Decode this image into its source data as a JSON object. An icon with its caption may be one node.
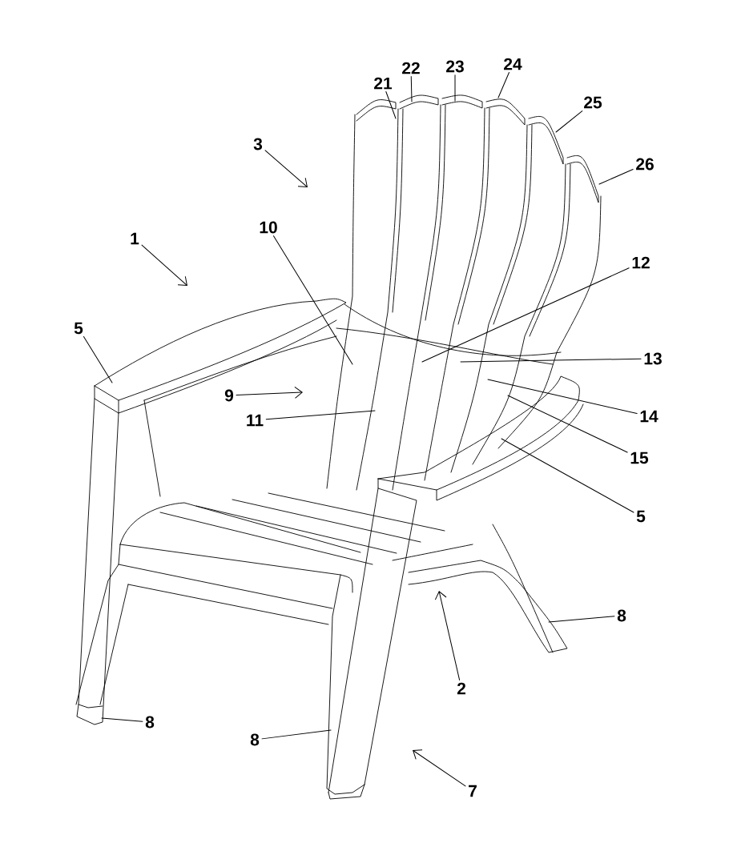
{
  "diagram": {
    "nodes": [
      {
        "text": [
          "21"
        ]
      },
      {
        "text": [
          "22"
        ]
      },
      {
        "text": [
          "23"
        ]
      },
      {
        "text": [
          "24"
        ]
      },
      {
        "text": [
          "25"
        ]
      },
      {
        "text": [
          "26"
        ]
      },
      {
        "text": [
          "3"
        ]
      },
      {
        "text": [
          "10"
        ]
      },
      {
        "text": [
          "1"
        ]
      },
      {
        "text": [
          "12"
        ]
      },
      {
        "text": [
          "5"
        ]
      },
      {
        "text": [
          "13"
        ]
      },
      {
        "text": [
          "9"
        ]
      },
      {
        "text": [
          "14"
        ]
      },
      {
        "text": [
          "11"
        ]
      },
      {
        "text": [
          "15"
        ]
      },
      {
        "text": [
          "5"
        ]
      },
      {
        "text": [
          "8"
        ]
      },
      {
        "text": [
          "2"
        ]
      },
      {
        "text": [
          "8"
        ]
      },
      {
        "text": [
          "8"
        ]
      },
      {
        "text": [
          "7"
        ]
      }
    ],
    "edges": [
      {
        "from": 0,
        "to": null,
        "arrow": "none"
      },
      {
        "from": 1,
        "to": null,
        "arrow": "none"
      },
      {
        "from": 2,
        "to": null,
        "arrow": "none"
      },
      {
        "from": 3,
        "to": null,
        "arrow": "none"
      },
      {
        "from": 4,
        "to": null,
        "arrow": "none"
      },
      {
        "from": 5,
        "to": null,
        "arrow": "none"
      },
      {
        "from": 6,
        "to": null,
        "arrow": "to"
      },
      {
        "from": 7,
        "to": null,
        "arrow": "none"
      },
      {
        "from": 8,
        "to": null,
        "arrow": "to"
      },
      {
        "from": 9,
        "to": null,
        "arrow": "none"
      },
      {
        "from": 10,
        "to": null,
        "arrow": "none"
      },
      {
        "from": 11,
        "to": null,
        "arrow": "none"
      },
      {
        "from": 12,
        "to": null,
        "arrow": "to"
      },
      {
        "from": 13,
        "to": null,
        "arrow": "none"
      },
      {
        "from": 14,
        "to": null,
        "arrow": "none"
      },
      {
        "from": 15,
        "to": null,
        "arrow": "none"
      },
      {
        "from": 16,
        "to": null,
        "arrow": "none"
      },
      {
        "from": 17,
        "to": null,
        "arrow": "none"
      },
      {
        "from": 18,
        "to": null,
        "arrow": "to"
      },
      {
        "from": 19,
        "to": null,
        "arrow": "none"
      },
      {
        "from": 20,
        "to": null,
        "arrow": "none"
      },
      {
        "from": 21,
        "to": null,
        "arrow": "to"
      }
    ]
  }
}
